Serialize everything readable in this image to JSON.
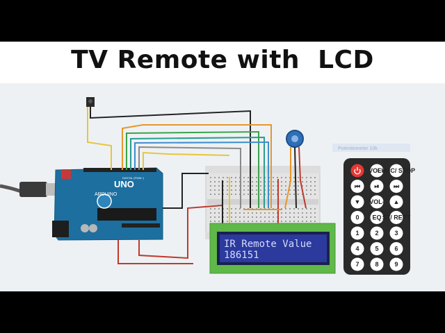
{
  "title": "TV Remote with  LCD",
  "arduino": {
    "board_label": "UNO",
    "brand_label": "ARDUINO",
    "digital_label": "DIGITAL (PWM~)"
  },
  "lcd": {
    "line1": "IR Remote Value",
    "line2": "186151"
  },
  "component_label": "Potentiometer 10k",
  "remote": {
    "buttons": [
      {
        "label": "",
        "kind": "power"
      },
      {
        "label": "VOL+",
        "kind": "text"
      },
      {
        "label": "FUNC/ STOP",
        "kind": "text"
      },
      {
        "label": "⏮",
        "kind": "glyph"
      },
      {
        "label": "⏯",
        "kind": "glyph"
      },
      {
        "label": "⏭",
        "kind": "glyph"
      },
      {
        "label": "▼",
        "kind": "glyph"
      },
      {
        "label": "VOL-",
        "kind": "text"
      },
      {
        "label": "▲",
        "kind": "glyph"
      },
      {
        "label": "0",
        "kind": "num"
      },
      {
        "label": "EQ",
        "kind": "text"
      },
      {
        "label": "ST/ REPT",
        "kind": "text"
      },
      {
        "label": "1",
        "kind": "num"
      },
      {
        "label": "2",
        "kind": "num"
      },
      {
        "label": "3",
        "kind": "num"
      },
      {
        "label": "4",
        "kind": "num"
      },
      {
        "label": "5",
        "kind": "num"
      },
      {
        "label": "6",
        "kind": "num"
      },
      {
        "label": "7",
        "kind": "num"
      },
      {
        "label": "8",
        "kind": "num"
      },
      {
        "label": "9",
        "kind": "num"
      }
    ]
  },
  "colors": {
    "arduino": "#1d6fa0",
    "lcd_green": "#5fb848",
    "lcd_screen": "#2b3a9c",
    "remote_body": "#2a2a2a",
    "power_red": "#e53935",
    "wire_yellow": "#e8c53a",
    "wire_orange": "#e7962b",
    "wire_green": "#3aa34a",
    "wire_blue": "#3d8fd0",
    "wire_red": "#c0392b",
    "wire_black": "#222222",
    "wire_gray": "#8a8a8a",
    "wire_teal": "#2a9d8f"
  }
}
